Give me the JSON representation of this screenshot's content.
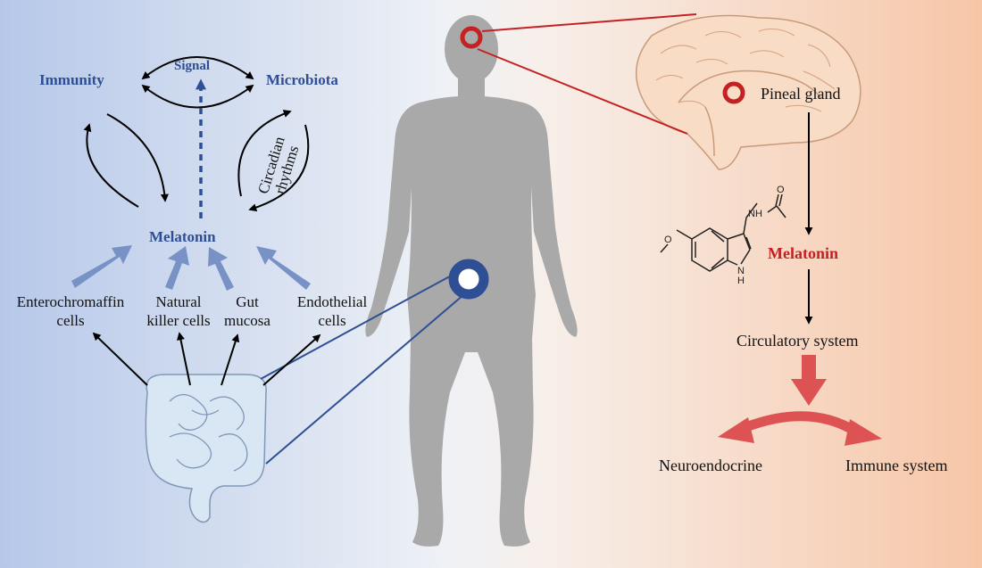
{
  "gut_panel": {
    "immunity": "Immunity",
    "signal": "Signal",
    "microbiota": "Microbiota",
    "circadian_line1": "Circadian",
    "circadian_line2": "rhythms",
    "melatonin": "Melatonin",
    "sources": [
      {
        "line1": "Enterochromaffin",
        "line2": "cells"
      },
      {
        "line1": "Natural",
        "line2": "killer cells"
      },
      {
        "line1": "Gut",
        "line2": "mucosa"
      },
      {
        "line1": "Endothelial",
        "line2": "cells"
      }
    ]
  },
  "pineal_panel": {
    "pineal_gland": "Pineal gland",
    "melatonin": "Melatonin",
    "circulatory": "Circulatory system",
    "neuroendocrine": "Neuroendocrine",
    "immune_system": "Immune system",
    "molecule_labels": {
      "nh": "NH",
      "o_carbonyl": "O",
      "o_methoxy": "O",
      "nh_ring": "N",
      "h_ring": "H"
    }
  },
  "colors": {
    "left_bg": "#b6c8e9",
    "right_bg": "#f7c6a7",
    "blue_accent": "#2e4f93",
    "red_accent": "#c42222",
    "arrow_blue": "#7892c6",
    "arrow_red": "#dd5252",
    "human_gray": "#a9a9a9"
  },
  "icons": [
    "human-silhouette-icon",
    "brain-icon",
    "intestine-icon",
    "melatonin-molecule-icon"
  ]
}
